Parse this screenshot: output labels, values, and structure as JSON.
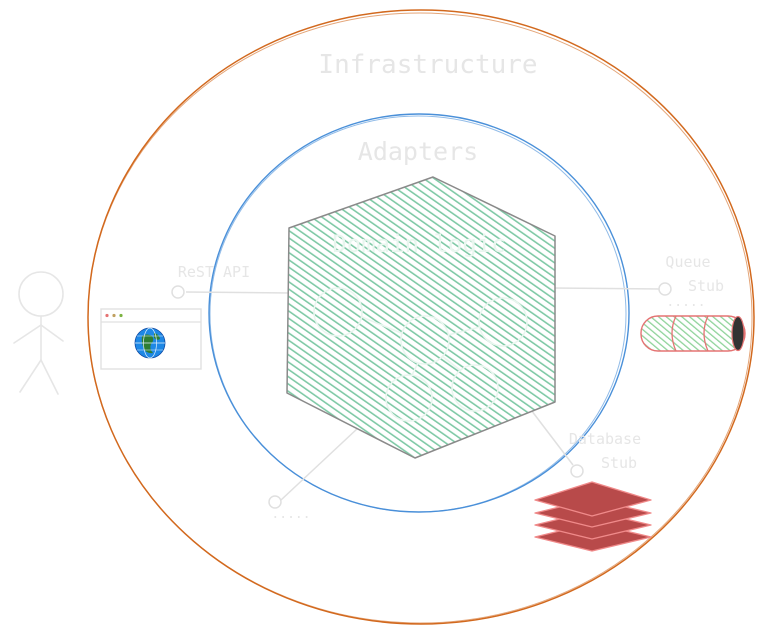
{
  "labels": {
    "infrastructure": "Infrastructure",
    "adapters": "Adapters",
    "domain_logic": "Domain logic",
    "rest_api": "ReST API",
    "queue_stub_line1": "Queue",
    "queue_stub_line2": "Stub",
    "queue_ellipsis": ".....",
    "database_stub_line1": "Database",
    "database_stub_line2": "Stub",
    "bottom_ellipsis": "....."
  },
  "colors": {
    "infrastructure_ring": "#d2691e",
    "adapters_ring": "#4a90d9",
    "domain_fill": "#7fc9a6",
    "domain_stroke": "#8a8a8a",
    "label": "#e6e6e6",
    "queue_fill": "#8fd39a",
    "queue_stroke": "#e57373",
    "database_fill": "#b84a4a",
    "database_stroke": "#f08a8a",
    "globe_blue": "#1e88e5",
    "globe_green": "#2e7d32"
  },
  "icons": {
    "actor": "stick-figure-icon",
    "browser": "browser-window-icon",
    "globe": "globe-icon",
    "queue": "queue-cylinder-icon",
    "database": "database-stack-icon"
  }
}
